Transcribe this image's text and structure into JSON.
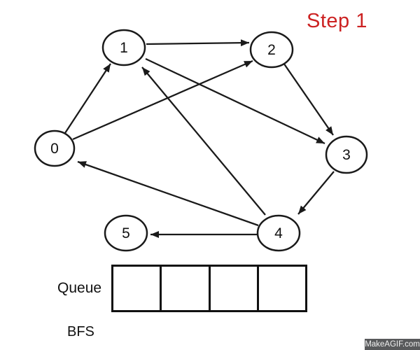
{
  "step_label": {
    "text": "Step 1",
    "color": "#cc2222"
  },
  "graph": {
    "nodes": [
      {
        "id": "0",
        "label": "0"
      },
      {
        "id": "1",
        "label": "1"
      },
      {
        "id": "2",
        "label": "2"
      },
      {
        "id": "3",
        "label": "3"
      },
      {
        "id": "4",
        "label": "4"
      },
      {
        "id": "5",
        "label": "5"
      }
    ],
    "edges": [
      {
        "from": "0",
        "to": "1"
      },
      {
        "from": "0",
        "to": "2"
      },
      {
        "from": "1",
        "to": "2"
      },
      {
        "from": "1",
        "to": "3"
      },
      {
        "from": "2",
        "to": "3"
      },
      {
        "from": "3",
        "to": "4"
      },
      {
        "from": "4",
        "to": "0"
      },
      {
        "from": "4",
        "to": "1"
      },
      {
        "from": "4",
        "to": "5"
      }
    ],
    "edge_color": "#1a1a1a",
    "node_fill": "#ffffff",
    "node_stroke": "#1a1a1a"
  },
  "queue": {
    "label": "Queue",
    "cells": [
      "",
      "",
      "",
      ""
    ]
  },
  "bfs_label": "BFS",
  "watermark": {
    "text": "MakeAGIF.com",
    "bg": "#58595b",
    "fg": "#f0f0f0"
  }
}
